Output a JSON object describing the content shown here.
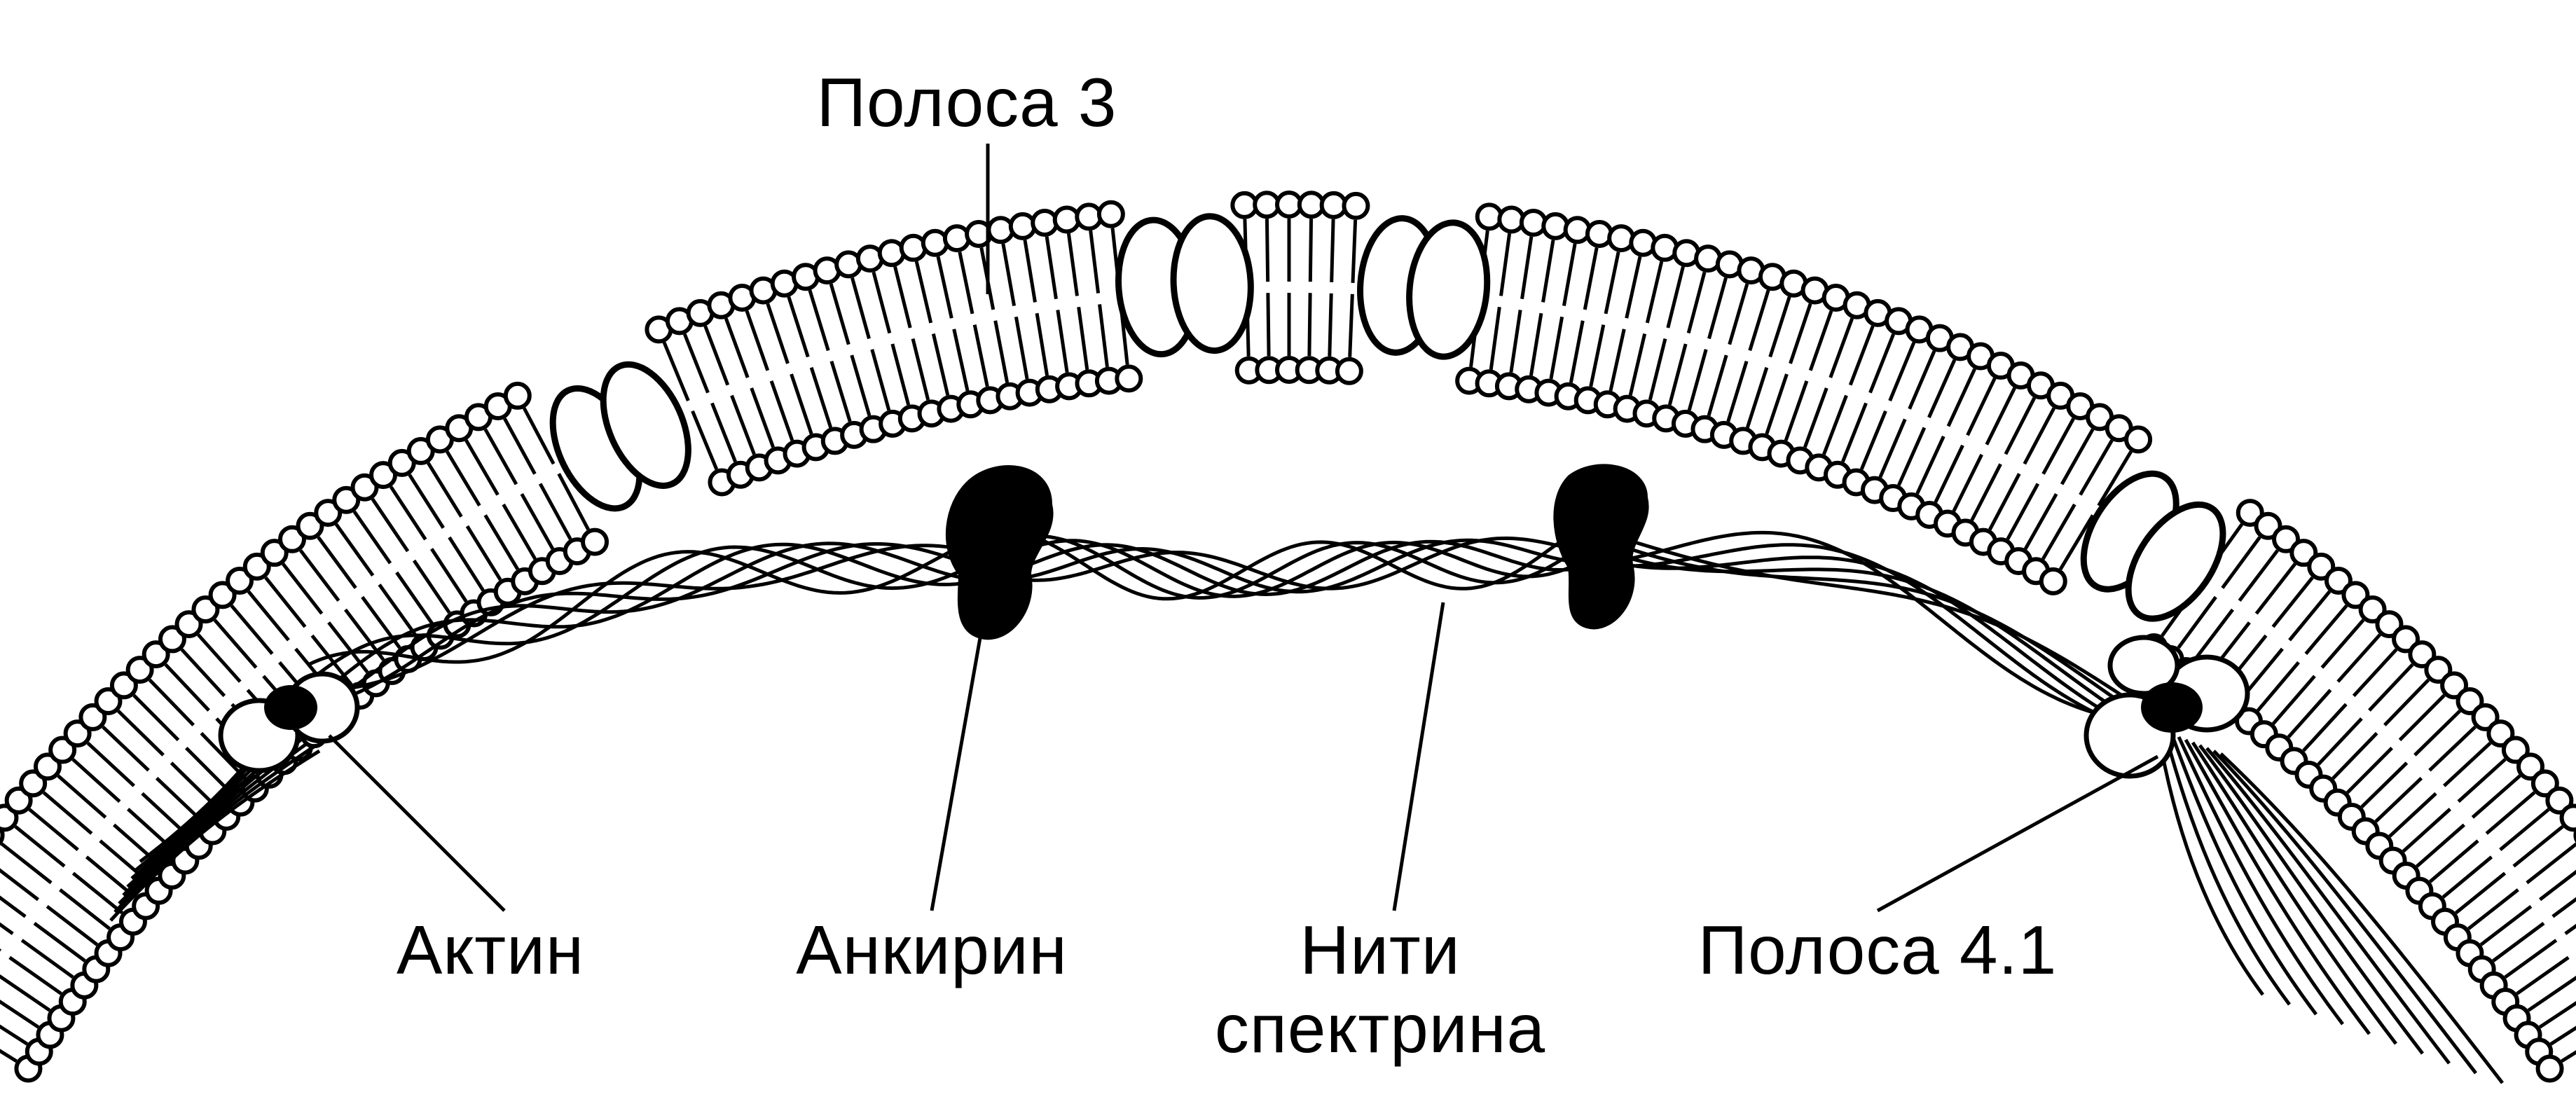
{
  "labels": {
    "band3": "Полоса 3",
    "actin": "Актин",
    "ankyrin": "Анкирин",
    "spectrin_line1": "Нити",
    "spectrin_line2": "спектрина",
    "band41": "Полоса 4.1"
  },
  "colors": {
    "ink": "#000000",
    "background": "#ffffff",
    "protein_fill": "#ffffff"
  }
}
